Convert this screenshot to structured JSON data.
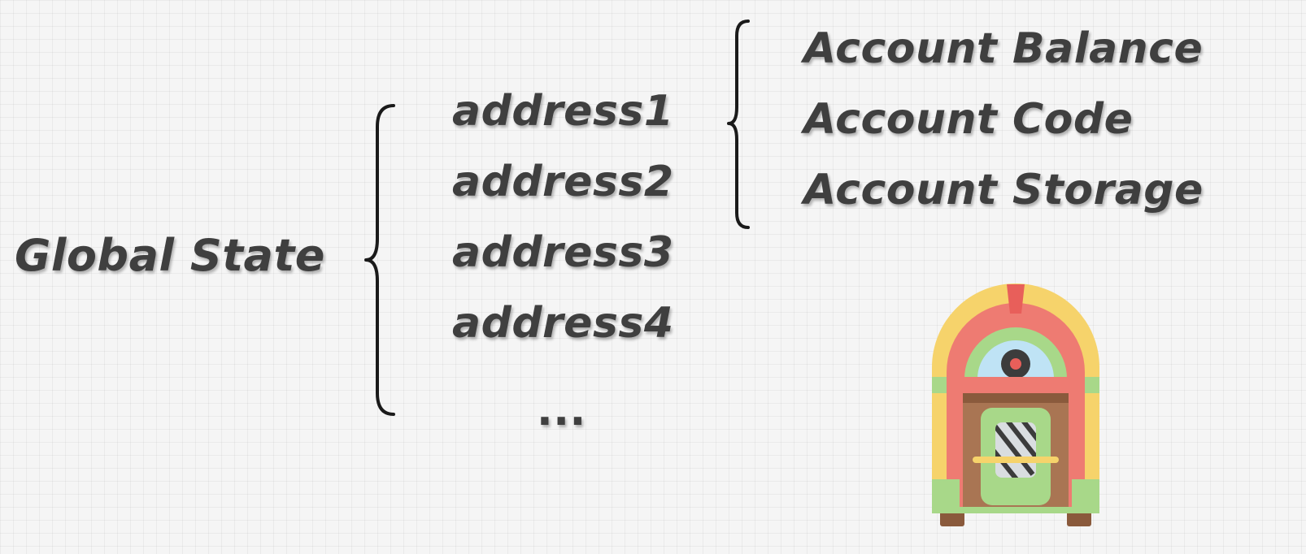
{
  "root_label": "Global State",
  "addresses": [
    "address1",
    "address2",
    "address3",
    "address4"
  ],
  "more": "...",
  "account_fields": [
    "Account Balance",
    "Account Code",
    "Account Storage"
  ],
  "icon": "jukebox-icon",
  "colors": {
    "text": "#3f3f3f",
    "background": "#f5f5f5"
  }
}
